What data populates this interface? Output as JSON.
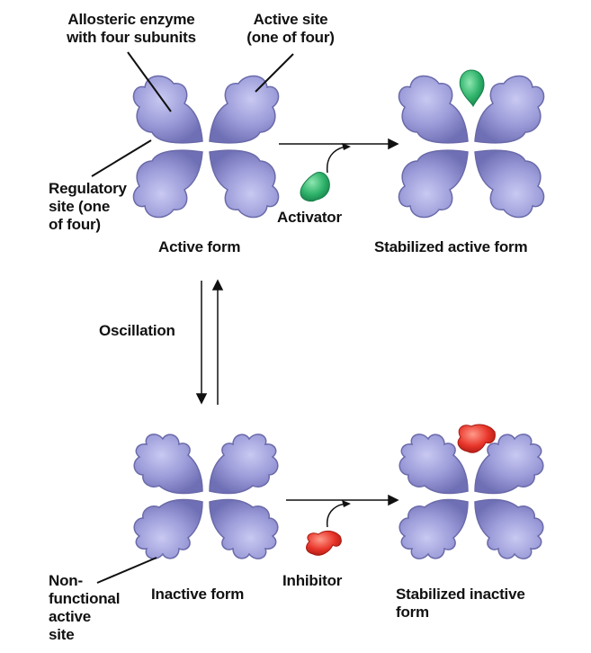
{
  "colors": {
    "subunit_fill": "#9b9bd9",
    "subunit_stroke": "#6a6aaa",
    "activator": "#2fb36b",
    "inhibitor": "#e8352a",
    "line": "#111111"
  },
  "labels": {
    "allosteric_line1": "Allosteric enzyme",
    "allosteric_line2": "with four subunits",
    "active_site_line1": "Active site",
    "active_site_line2": "(one of four)",
    "regulatory_line1": "Regulatory",
    "regulatory_line2": "site (one",
    "regulatory_line3": "of four)",
    "activator": "Activator",
    "active_form": "Active form",
    "stabilized_active_form": "Stabilized active form",
    "oscillation": "Oscillation",
    "nonfunctional_line1": "Non-",
    "nonfunctional_line2": "functional",
    "nonfunctional_line3": "active",
    "nonfunctional_line4": "site",
    "inactive_form": "Inactive form",
    "inhibitor": "Inhibitor",
    "stabilized_inactive_line1": "Stabilized inactive",
    "stabilized_inactive_line2": "form"
  },
  "icons": {
    "activator": "activator-molecule-icon",
    "inhibitor": "inhibitor-molecule-icon"
  }
}
